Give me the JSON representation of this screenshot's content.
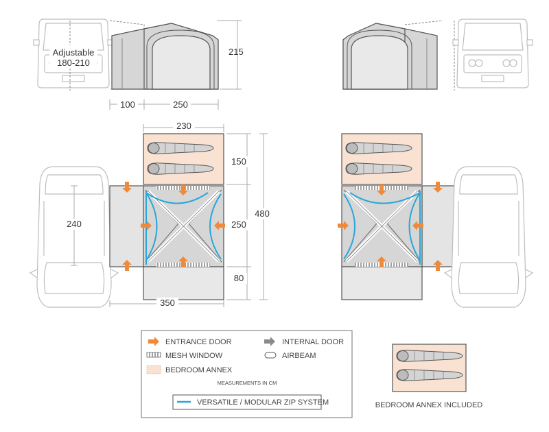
{
  "elevation": {
    "van_label_line1": "Adjustable",
    "van_label_line2": "180-210",
    "height": "215",
    "gap_width": "100",
    "tent_width": "250"
  },
  "plan": {
    "bedroom_width": "230",
    "bedroom_depth": "150",
    "main_depth": "250",
    "porch_depth": "80",
    "total_depth": "480",
    "van_side_length": "240",
    "total_width": "350"
  },
  "legend": {
    "entrance_door": "ENTRANCE DOOR",
    "internal_door": "INTERNAL DOOR",
    "mesh_window": "MESH WINDOW",
    "airbeam": "AIRBEAM",
    "bedroom_annex": "BEDROOM ANNEX",
    "measurements": "MEASUREMENTS IN CM",
    "zip_system": "VERSATILE / MODULAR ZIP SYSTEM"
  },
  "annex_caption": "BEDROOM ANNEX INCLUDED",
  "colors": {
    "entrance_arrow": "#ef8a3a",
    "internal_arrow": "#8a8a8a",
    "zip_line": "#2aa6d8",
    "annex_fill": "#f9e2d2",
    "tent_fill": "#d6d6d6"
  }
}
